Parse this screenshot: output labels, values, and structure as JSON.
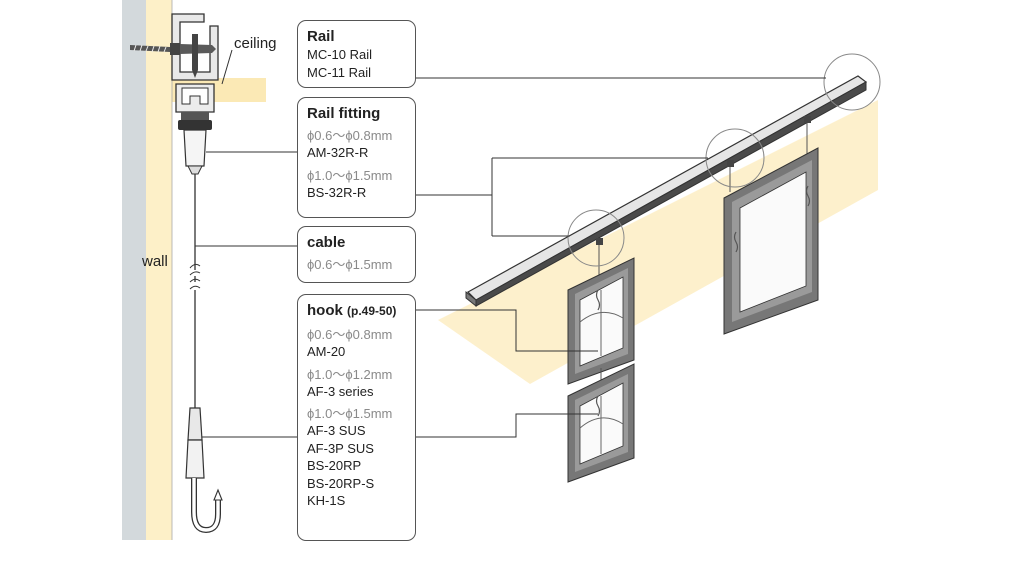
{
  "labels": {
    "ceiling": "ceiling",
    "wall": "wall"
  },
  "callouts": {
    "rail": {
      "title": "Rail",
      "items": [
        "MC-10 Rail",
        "MC-11 Rail"
      ]
    },
    "rail_fitting": {
      "title": "Rail fitting",
      "groups": [
        {
          "spec": "ϕ0.6～ϕ0.8mm",
          "items": [
            "AM-32R-R"
          ]
        },
        {
          "spec": "ϕ1.0～ϕ1.5mm",
          "items": [
            "BS-32R-R"
          ]
        }
      ]
    },
    "cable": {
      "title": "cable",
      "spec": "ϕ0.6～ϕ1.5mm"
    },
    "hook": {
      "title": "hook",
      "ref": "(p.49-50)",
      "groups": [
        {
          "spec": "ϕ0.6～ϕ0.8mm",
          "items": [
            "AM-20"
          ]
        },
        {
          "spec": "ϕ1.0～ϕ1.2mm",
          "items": [
            "AF-3 series"
          ]
        },
        {
          "spec": "ϕ1.0～ϕ1.5mm",
          "items": [
            "AF-3 SUS",
            "AF-3P SUS",
            "BS-20RP",
            "BS-20RP-S",
            "KH-1S"
          ]
        }
      ]
    }
  },
  "colors": {
    "wall_grey": "#d3d9dc",
    "wall_cream": "#fdf0c8",
    "ceiling_band": "#fbe9b5",
    "rail_grey": "#c8c8c8",
    "line": "#333333",
    "spec_grey": "#8a8a8a"
  }
}
